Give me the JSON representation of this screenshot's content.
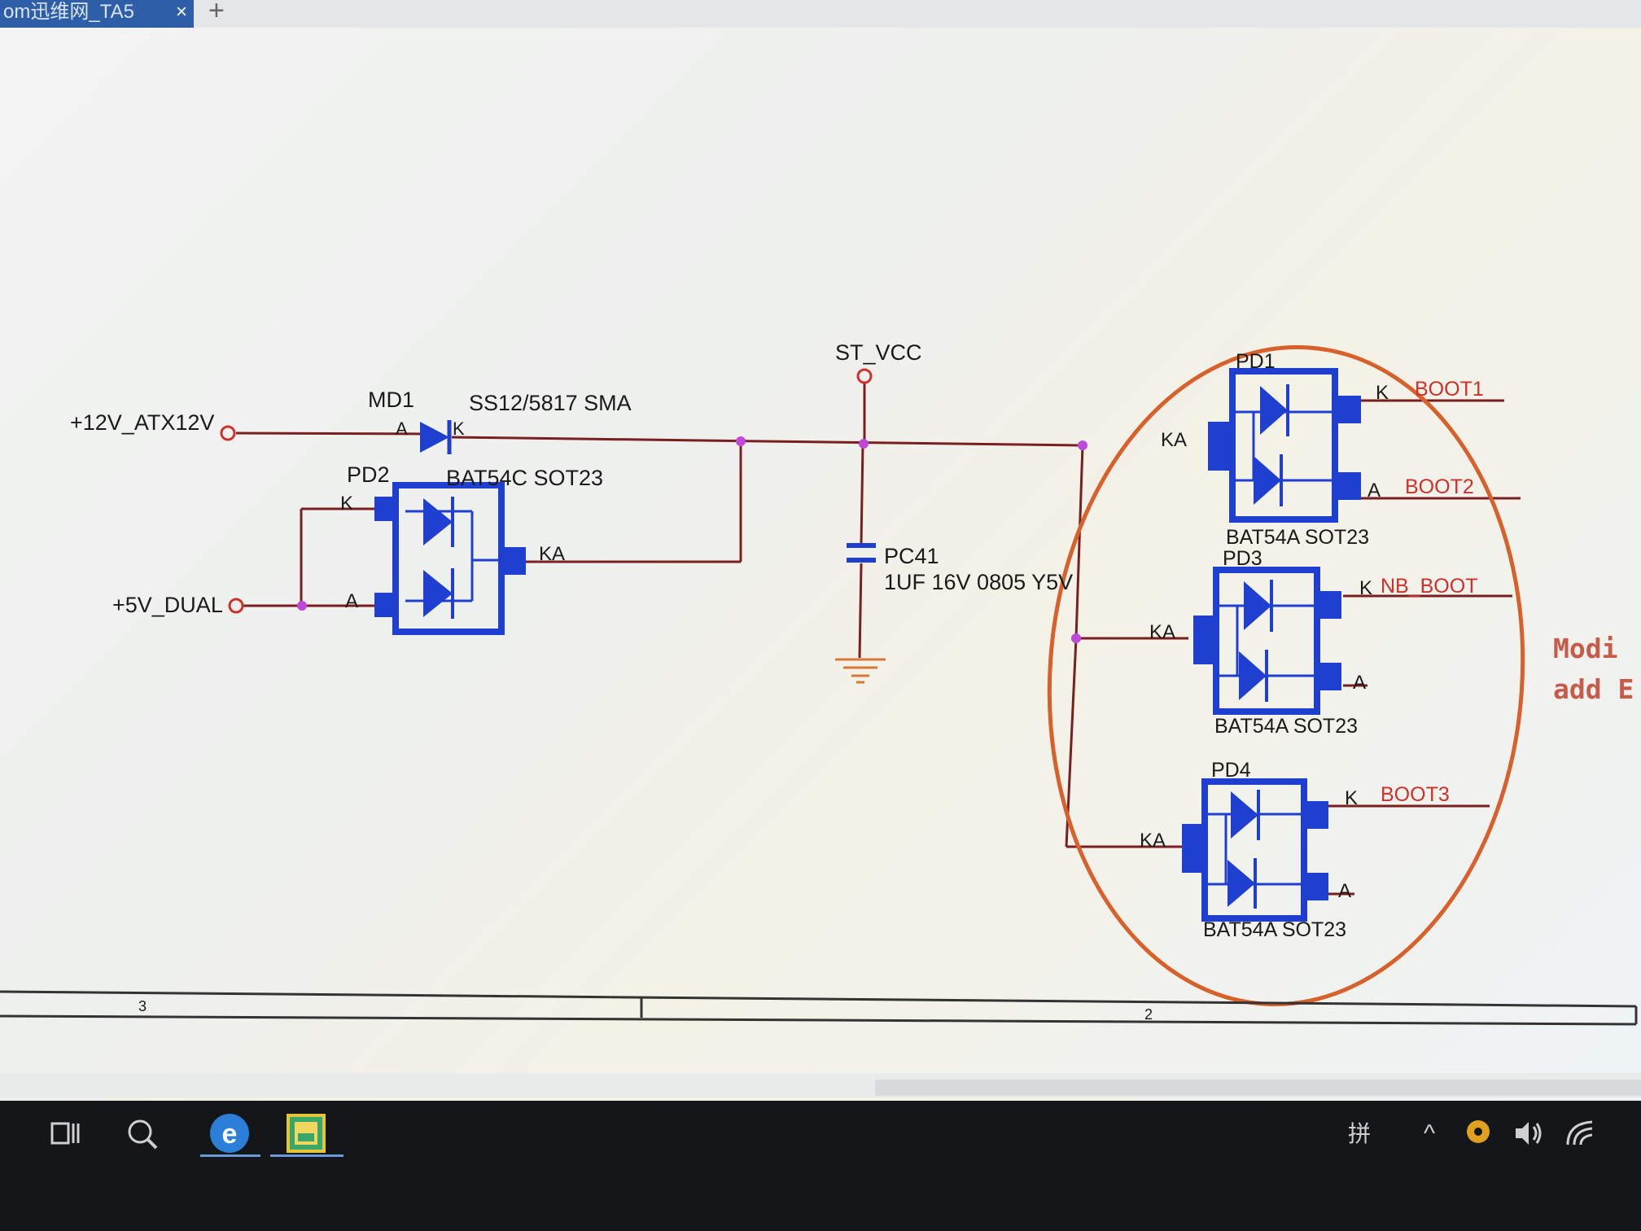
{
  "window": {
    "tab_title": "om迅维网_TA5",
    "tab_close": "×",
    "new_tab": "+"
  },
  "schematic": {
    "nets": {
      "v12": "+12V_ATX12V",
      "v5": "+5V_DUAL",
      "st_vcc": "ST_VCC",
      "boot1": "BOOT1",
      "boot2": "BOOT2",
      "nb_boot": "NB_BOOT",
      "boot3": "BOOT3"
    },
    "md1": {
      "ref": "MD1",
      "value": "SS12/5817 SMA",
      "pin_a": "A",
      "pin_k": "K"
    },
    "pd2": {
      "ref": "PD2",
      "value": "BAT54C SOT23",
      "pin_k": "K",
      "pin_a": "A",
      "pin_ka": "KA"
    },
    "pc41": {
      "ref": "PC41",
      "value": "1UF 16V 0805 Y5V"
    },
    "pd1": {
      "ref": "PD1",
      "value": "BAT54A SOT23",
      "pin_ka": "KA",
      "pin_k": "K",
      "pin_a": "A"
    },
    "pd3": {
      "ref": "PD3",
      "value": "BAT54A SOT23",
      "pin_ka": "KA",
      "pin_k": "K",
      "pin_a": "A"
    },
    "pd4": {
      "ref": "PD4",
      "value": "BAT54A SOT23",
      "pin_ka": "KA",
      "pin_k": "K",
      "pin_a": "A"
    },
    "note_line1": "Modi",
    "note_line2": "add E",
    "frame_zone_left": "3",
    "frame_zone_right": "2"
  },
  "taskbar": {
    "task_view_icon": "task-view-icon",
    "search_icon": "search-icon",
    "edge_icon": "edge-browser-icon",
    "image_app_icon": "image-viewer-icon",
    "ime": "拼",
    "tray_chevron": "^",
    "volume_icon": "volume-icon",
    "wifi_icon": "wifi-icon"
  },
  "colors": {
    "wire": "#7a1f1f",
    "component": "#1f3fd0",
    "label": "#1a1a1a",
    "net_label": "#d0302a",
    "junction": "#c048d8",
    "highlight": "#d8602a",
    "tab": "#2f5ea8",
    "taskbar": "#15161a"
  }
}
